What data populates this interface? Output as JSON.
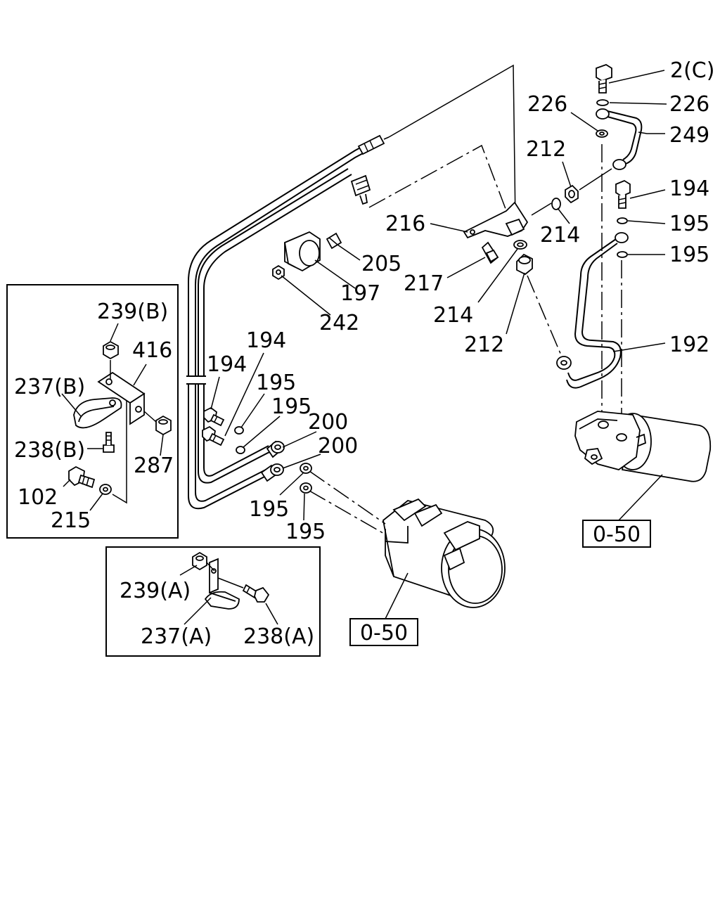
{
  "labels": {
    "l2c": "2(C)",
    "l226a": "226",
    "l226b": "226",
    "l249": "249",
    "l212a": "212",
    "l194a": "194",
    "l195a": "195",
    "l195b": "195",
    "l216": "216",
    "l214a": "214",
    "l205": "205",
    "l197": "197",
    "l217": "217",
    "l214b": "214",
    "l242": "242",
    "l212b": "212",
    "l192": "192",
    "l239b": "239(B)",
    "l416": "416",
    "l237b": "237(B)",
    "l287": "287",
    "l238b": "238(B)",
    "l102": "102",
    "l215": "215",
    "l194b": "194",
    "l194c": "194",
    "l195c": "195",
    "l195d": "195",
    "l200a": "200",
    "l200b": "200",
    "l195e": "195",
    "l195f": "195",
    "l239a": "239(A)",
    "l237a": "237(A)",
    "l238a": "238(A)"
  },
  "refs": {
    "ref_right": "0-50",
    "ref_left": "0-50"
  },
  "icons": {
    "compressor": "ac-compressor-icon",
    "receiver": "receiver-drier-icon",
    "switch": "pressure-switch-icon",
    "clamp": "hose-clamp-icon"
  }
}
